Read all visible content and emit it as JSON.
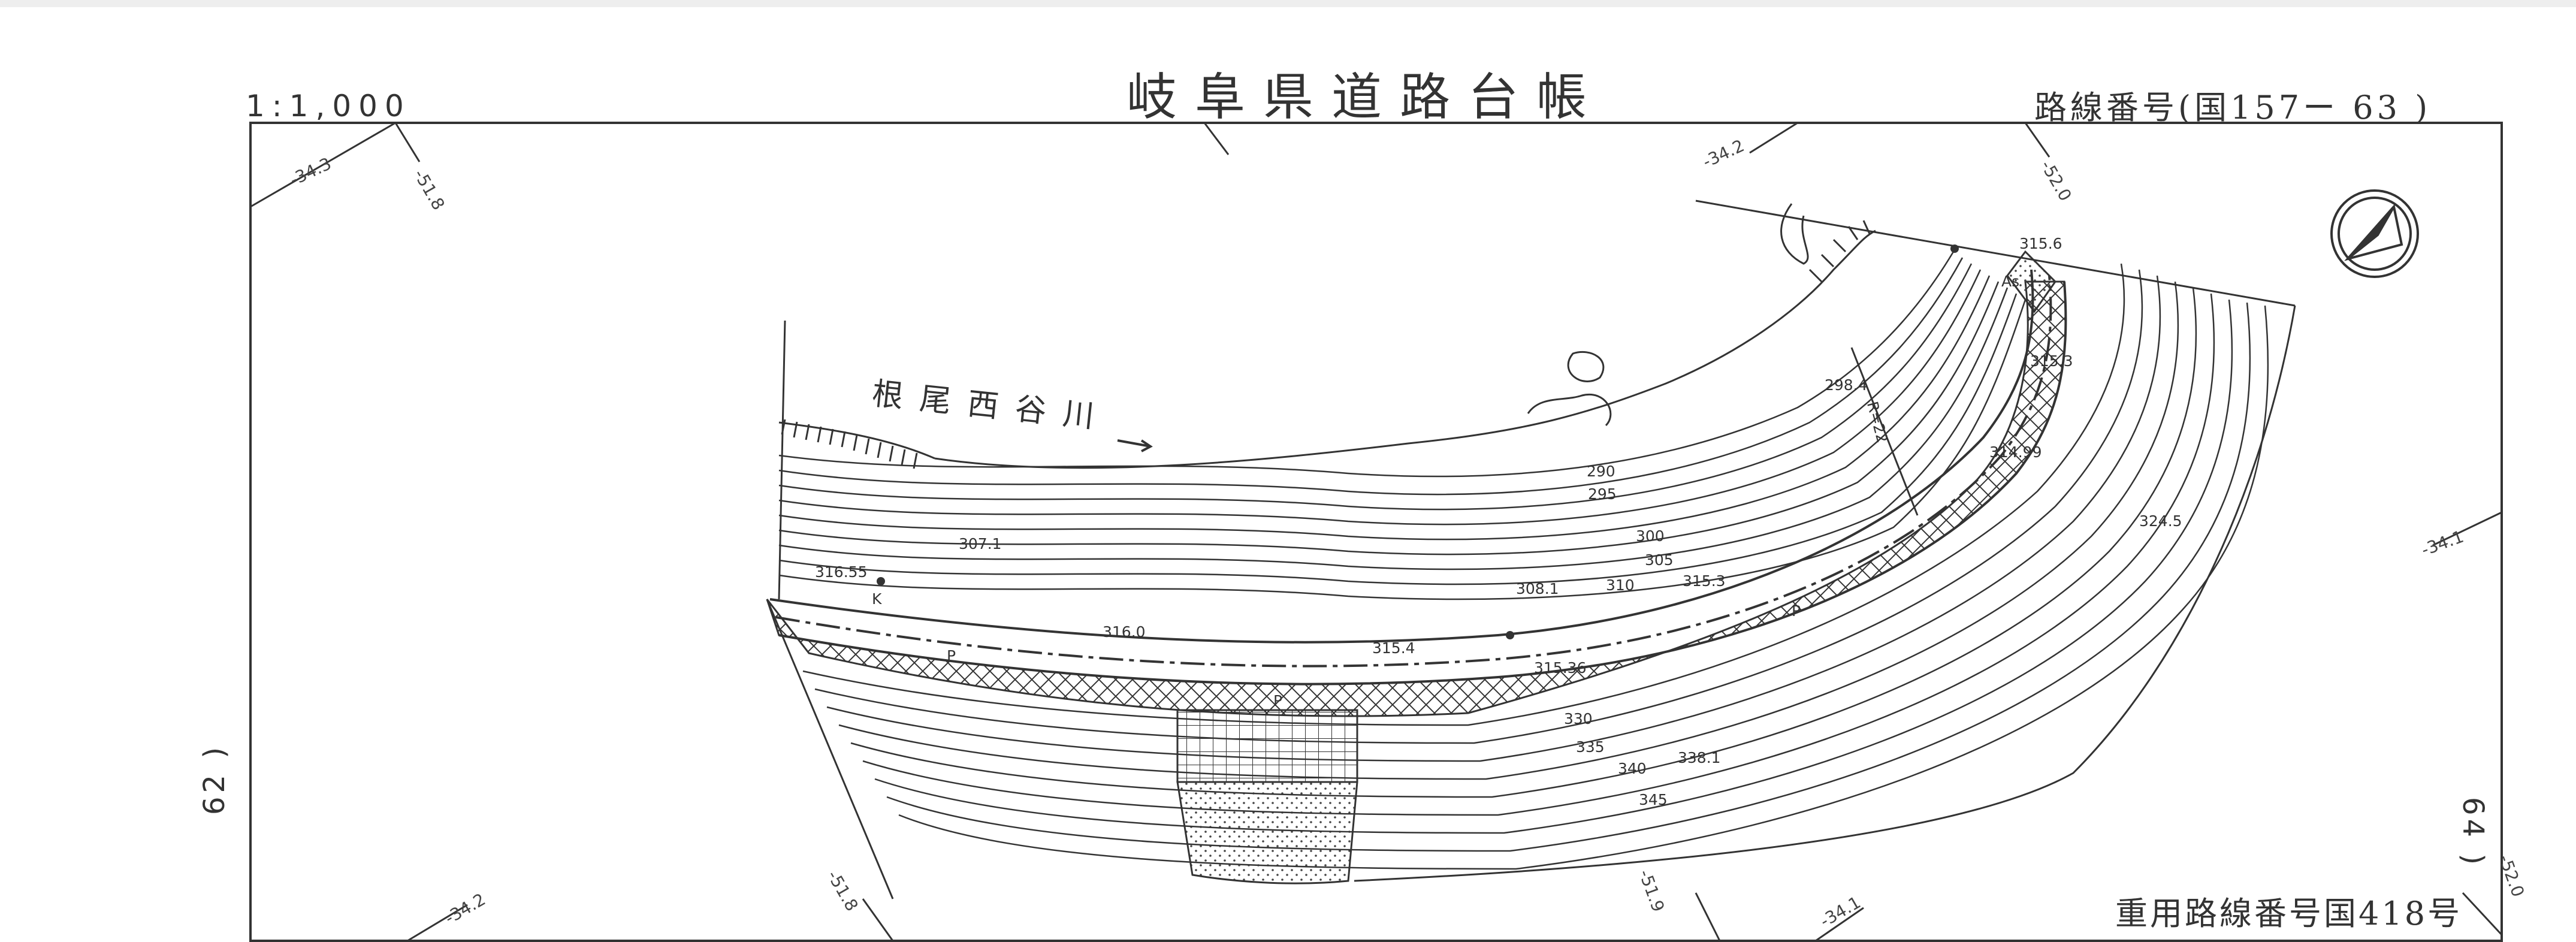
{
  "header": {
    "title": "岐阜県道路台帳",
    "scale": "1:1,000",
    "route_number": "路線番号(国157ー 63 )"
  },
  "footer": {
    "overlap_route": "重用路線番号国418号"
  },
  "adjacent_sheets": {
    "left": "62 )",
    "right": "64 )"
  },
  "river": {
    "name": "根尾西谷川"
  },
  "grid_labels": {
    "top_left_1": "-34.3",
    "top_left_2": "-51.8",
    "top_right_1": "-34.2",
    "top_right_2": "-52.0",
    "right": "-34.1",
    "bottom_1": "-34.2",
    "bottom_2": "-51.8",
    "bottom_3": "-51.9",
    "bottom_4": "-34.1",
    "bottom_5": "-52.0"
  },
  "elevations": {
    "e1": "315.6",
    "e2": "298.4",
    "e3": "315.3",
    "e4": "314.99",
    "e5": "324.5",
    "e6": "307.1",
    "e7": "316.55",
    "e8": "308.1",
    "e9": "315.3",
    "e10": "316.0",
    "e11": "315.4",
    "e12": "315.36",
    "e13": "338.1"
  },
  "contours": {
    "c290": "290",
    "c295": "295",
    "c300": "300",
    "c305": "305",
    "c310": "310",
    "c330": "330",
    "c335": "335",
    "c340": "340",
    "c345": "345"
  },
  "symbols": {
    "curve_radius": "R=22",
    "asphalt": "As",
    "kilometer_post": "K",
    "pole": "P"
  }
}
